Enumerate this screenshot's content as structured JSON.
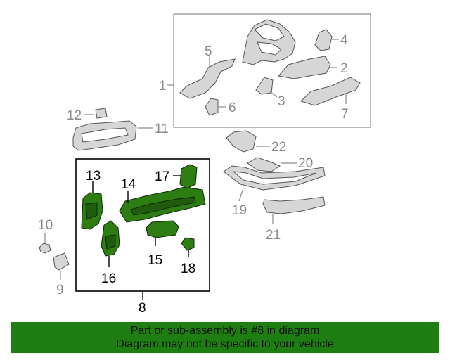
{
  "callouts": {
    "c1": "1",
    "c2": "2",
    "c3": "3",
    "c4": "4",
    "c5": "5",
    "c6": "6",
    "c7": "7",
    "c8": "8",
    "c9": "9",
    "c10": "10",
    "c11": "11",
    "c12": "12",
    "c13": "13",
    "c14": "14",
    "c15": "15",
    "c16": "16",
    "c17": "17",
    "c18": "18",
    "c19": "19",
    "c20": "20",
    "c21": "21",
    "c22": "22"
  },
  "banner": {
    "line1": "Part or sub-assembly is #8 in diagram",
    "line2": "Diagram may not be specific to your vehicle"
  },
  "colors": {
    "highlight_part": "#2e7d12",
    "banner_background": "#1e7e12",
    "callout_text": "#8a8a8a"
  }
}
